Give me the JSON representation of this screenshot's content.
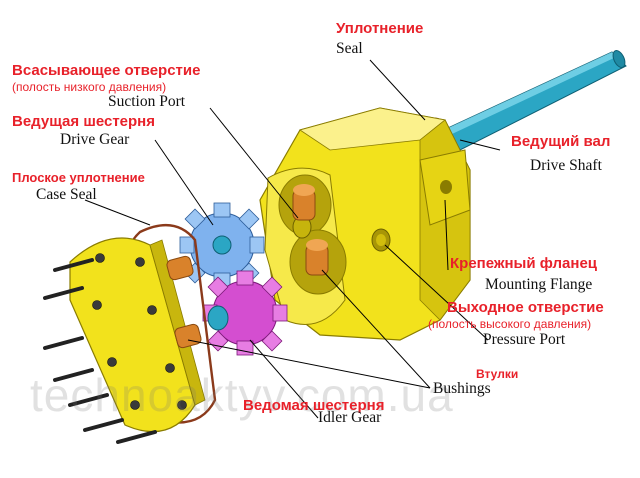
{
  "labels": {
    "seal": {
      "ru": "Уплотнение",
      "en": "Seal"
    },
    "suction_port": {
      "ru": "Всасывающее отверстие",
      "ru_sub": "(полость низкого давления)",
      "en": "Suction Port"
    },
    "drive_gear": {
      "ru": "Ведущая шестерня",
      "en": "Drive Gear"
    },
    "case_seal": {
      "ru": "Плоское уплотнение",
      "en": "Case Seal"
    },
    "drive_shaft": {
      "ru": "Ведущий вал",
      "en": "Drive Shaft"
    },
    "mounting_flange": {
      "ru": "Крепежный фланец",
      "en": "Mounting Flange"
    },
    "pressure_port": {
      "ru": "Выходное отверстие",
      "ru_sub": "(полость высокого давления)",
      "en": "Pressure Port"
    },
    "bushings": {
      "ru": "Втулки",
      "en": "Bushings"
    },
    "idler_gear": {
      "ru": "Ведомая шестерня",
      "en": "Idler Gear"
    }
  },
  "watermark": "technoaktyv.com.ua",
  "colors": {
    "label_red": "#e8212a",
    "housing_yellow": "#f2e21c",
    "drive_gear_blue": "#7fb2ee",
    "idler_gear_magenta": "#d44ed0",
    "shaft_cyan": "#2ba6c4",
    "bushing_orange": "#d9822b"
  }
}
